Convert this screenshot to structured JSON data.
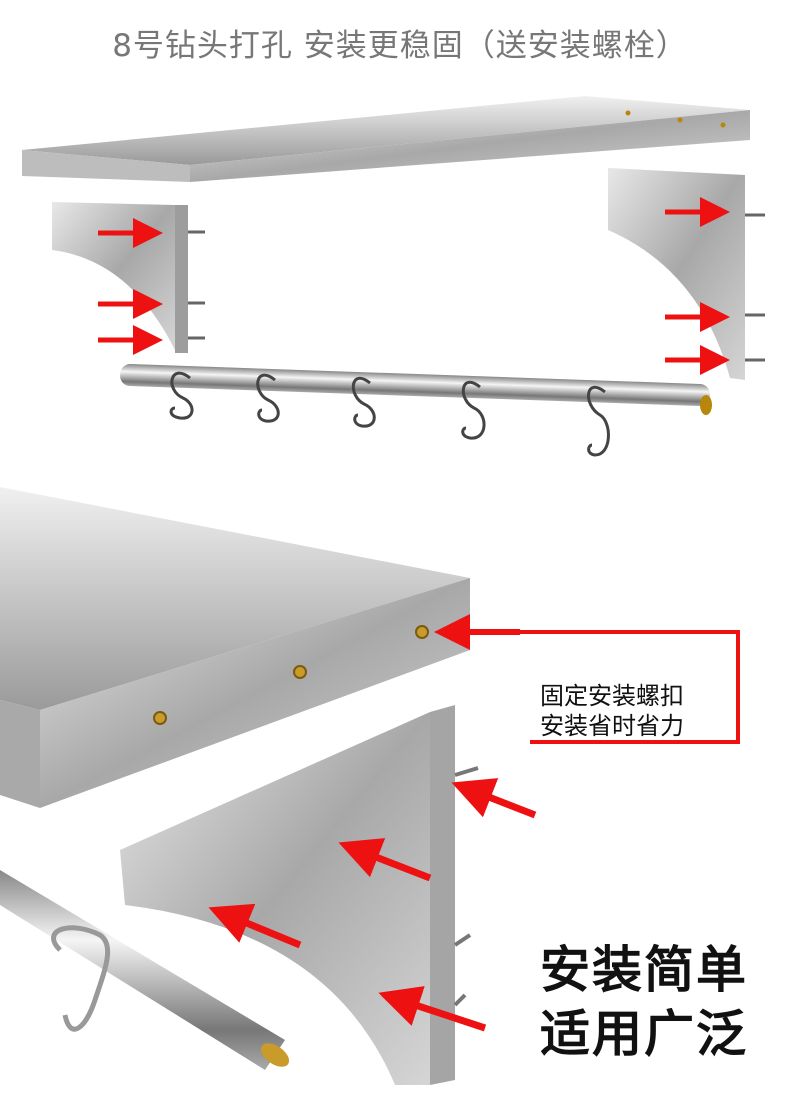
{
  "title": "8号钻头打孔  安装更稳固（送安装螺栓）",
  "callout": {
    "line1": "固定安装螺扣",
    "line2": "安装省时省力"
  },
  "slogan": {
    "line1": "安装简单",
    "line2": "适用广泛"
  },
  "colors": {
    "arrow": "#ee1111",
    "steel": "#c8c8c8",
    "text": "#777777"
  }
}
